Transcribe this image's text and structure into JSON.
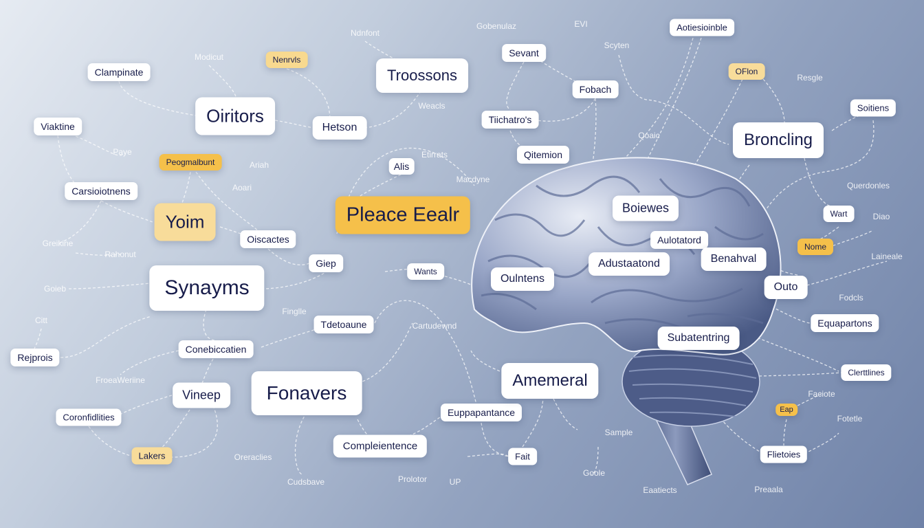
{
  "boxes": {
    "clampinate": "Clampinate",
    "oiritors": "Oiritors",
    "hetson": "Hetson",
    "troossons": "Troossons",
    "viaktine": "Viaktine",
    "carsioiotnens": "Carsioiotnens",
    "alis": "Alis",
    "oiscactes": "Oiscactes",
    "giep": "Giep",
    "wants": "Wants",
    "synayms": "Synayms",
    "tdetoaune": "Tdetoaune",
    "conebiccatien": "Conebiccatien",
    "rejprois": "Rejprois",
    "vineep": "Vineep",
    "fonavers": "Fonavers",
    "coronfidlities": "Coronfidlities",
    "compleientence": "Compleientence",
    "euppapantance": "Euppapantance",
    "fait": "Fait",
    "sevant": "Sevant",
    "fobach": "Fobach",
    "tiichatros": "Tiichatro's",
    "qitemion": "Qitemion",
    "aotiesioinble": "Aotiesioinble",
    "bronding": "Broncling",
    "soitiens": "Soitiens",
    "boiewes": "Boiewes",
    "aulotatord": "Aulotatord",
    "adustaatond": "Adustaatond",
    "benahval": "Benahval",
    "wart": "Wart",
    "oulntens": "Oulntens",
    "outo": "Outo",
    "equapartons": "Equapartons",
    "subatentring": "Subatentring",
    "amemeral": "Amemeral",
    "clerttlines": "Clerttlines",
    "flietoies": "Flietoies"
  },
  "highlights": {
    "nenrvls": "Nenrvls",
    "peogmalbunt": "Peogmalbunt",
    "yoim": "Yoim",
    "please_eealr": "Pleace Eealr",
    "lakers": "Lakers",
    "oflon": "OFlon",
    "nome": "Nome",
    "eap": "Eap"
  },
  "faint": {
    "ndnfont": "Ndnfont",
    "modicut": "Modicut",
    "gobenulaz": "Gobenulaz",
    "evi": "EVI",
    "scyten": "Scyten",
    "weacls": "Weacls",
    "paye": "Paye",
    "ariah": "Ariah",
    "aoari": "Aoari",
    "etirrats": "Etirrats",
    "macdyne": "Macdyne",
    "qoaic": "Qoaic",
    "resgle": "Resgle",
    "querdonles": "Querdonles",
    "diao": "Diao",
    "laineale": "Laineale",
    "fodcls": "Fodcls",
    "greikine": "Greikine",
    "rahonut": "Rahonut",
    "goieb": "Goieb",
    "citt": "Citt",
    "finglle": "Finglle",
    "cartudewnd": "Cartudewnd",
    "froeaweriine": "FroeaWeriine",
    "oreraclies": "Oreraclies",
    "cudsbave": "Cudsbave",
    "prolotor": "Prolotor",
    "up": "UP",
    "sample": "Sample",
    "goole": "Goole",
    "eaatiects": "Eaatiects",
    "preaala": "Preaala",
    "faciote": "Faciote",
    "fotetle": "Fotetle"
  },
  "colors": {
    "label_text": "#171c4a",
    "highlight": "#f5c04a",
    "highlight_light": "#f8dc9a",
    "brain": "#8a98bd"
  }
}
